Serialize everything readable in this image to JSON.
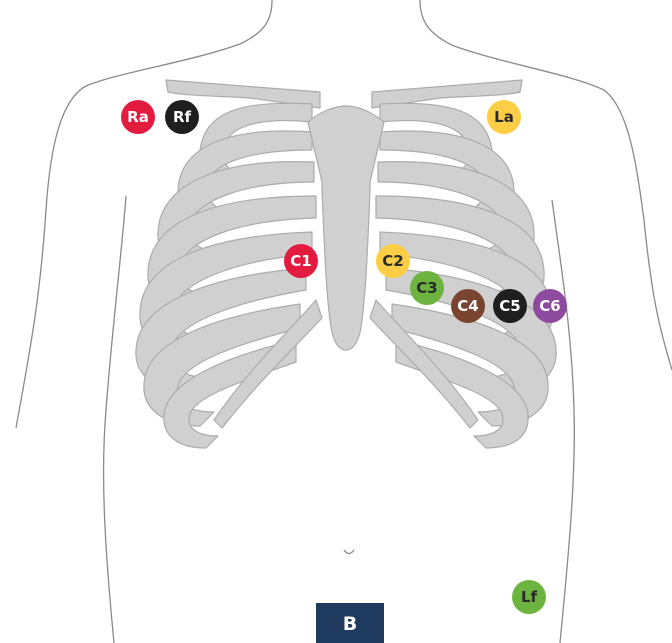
{
  "electrodes": [
    {
      "label": "Ra",
      "color": "#e31b3f",
      "text_dark": false
    },
    {
      "label": "Rf",
      "color": "#1f1f1f",
      "text_dark": false
    },
    {
      "label": "La",
      "color": "#fcce46",
      "text_dark": true
    },
    {
      "label": "C1",
      "color": "#e31b3f",
      "text_dark": false
    },
    {
      "label": "C2",
      "color": "#fcce46",
      "text_dark": true
    },
    {
      "label": "C3",
      "color": "#6db33f",
      "text_dark": true
    },
    {
      "label": "C4",
      "color": "#7a4530",
      "text_dark": false
    },
    {
      "label": "C5",
      "color": "#1f1f1f",
      "text_dark": false
    },
    {
      "label": "C6",
      "color": "#8e4a9e",
      "text_dark": false
    },
    {
      "label": "Lf",
      "color": "#6db33f",
      "text_dark": true
    }
  ],
  "panel": {
    "label": "B",
    "color": "#1e3a5f"
  },
  "colors": {
    "bone": "#d0d0d0",
    "bone_stroke": "#ababab",
    "outline": "#8a8a8a"
  }
}
